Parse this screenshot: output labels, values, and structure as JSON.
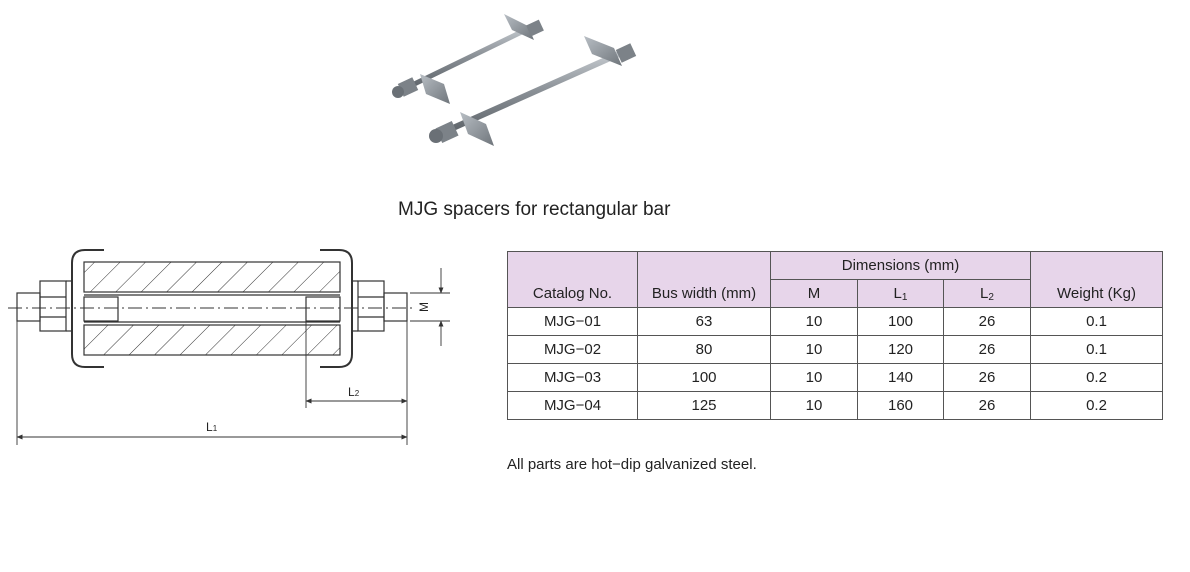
{
  "product": {
    "caption": "MJG spacers for rectangular bar",
    "note": "All parts are hot−dip galvanized steel."
  },
  "drawing": {
    "labels": {
      "m": "M",
      "l2": "L",
      "l2_sub": "2",
      "l1": "L",
      "l1_sub": "1"
    }
  },
  "table": {
    "headers": {
      "catalog": "Catalog No.",
      "bus_width": "Bus width (mm)",
      "dimensions": "Dimensions (mm)",
      "m": "M",
      "l1": "L",
      "l1_sub": "1",
      "l2": "L",
      "l2_sub": "2",
      "weight": "Weight (Kg)"
    },
    "rows": [
      {
        "catalog": "MJG−01",
        "bus_width": "63",
        "m": "10",
        "l1": "100",
        "l2": "26",
        "weight": "0.1"
      },
      {
        "catalog": "MJG−02",
        "bus_width": "80",
        "m": "10",
        "l1": "120",
        "l2": "26",
        "weight": "0.1"
      },
      {
        "catalog": "MJG−03",
        "bus_width": "100",
        "m": "10",
        "l1": "140",
        "l2": "26",
        "weight": "0.2"
      },
      {
        "catalog": "MJG−04",
        "bus_width": "125",
        "m": "10",
        "l1": "160",
        "l2": "26",
        "weight": "0.2"
      }
    ],
    "header_color": "#e7d5ea"
  }
}
